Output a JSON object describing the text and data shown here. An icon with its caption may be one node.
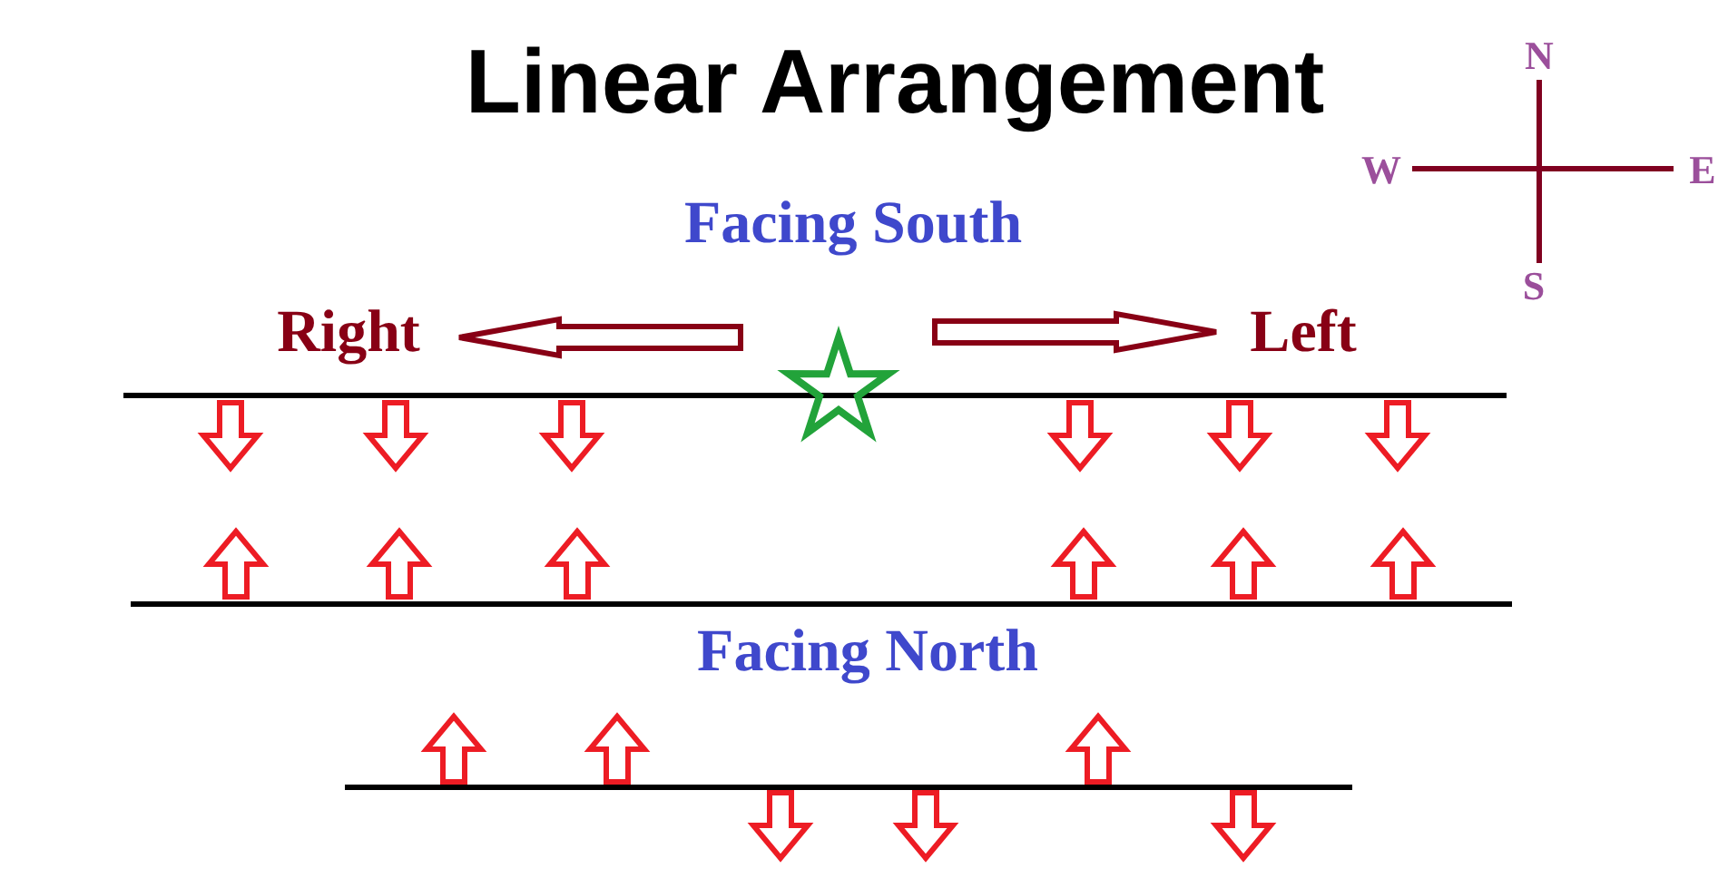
{
  "diagram": {
    "title": "Linear Arrangement",
    "labels": [
      "N",
      "W",
      "E",
      "S",
      "Facing South",
      "Right",
      "Left",
      "Facing North"
    ]
  }
}
